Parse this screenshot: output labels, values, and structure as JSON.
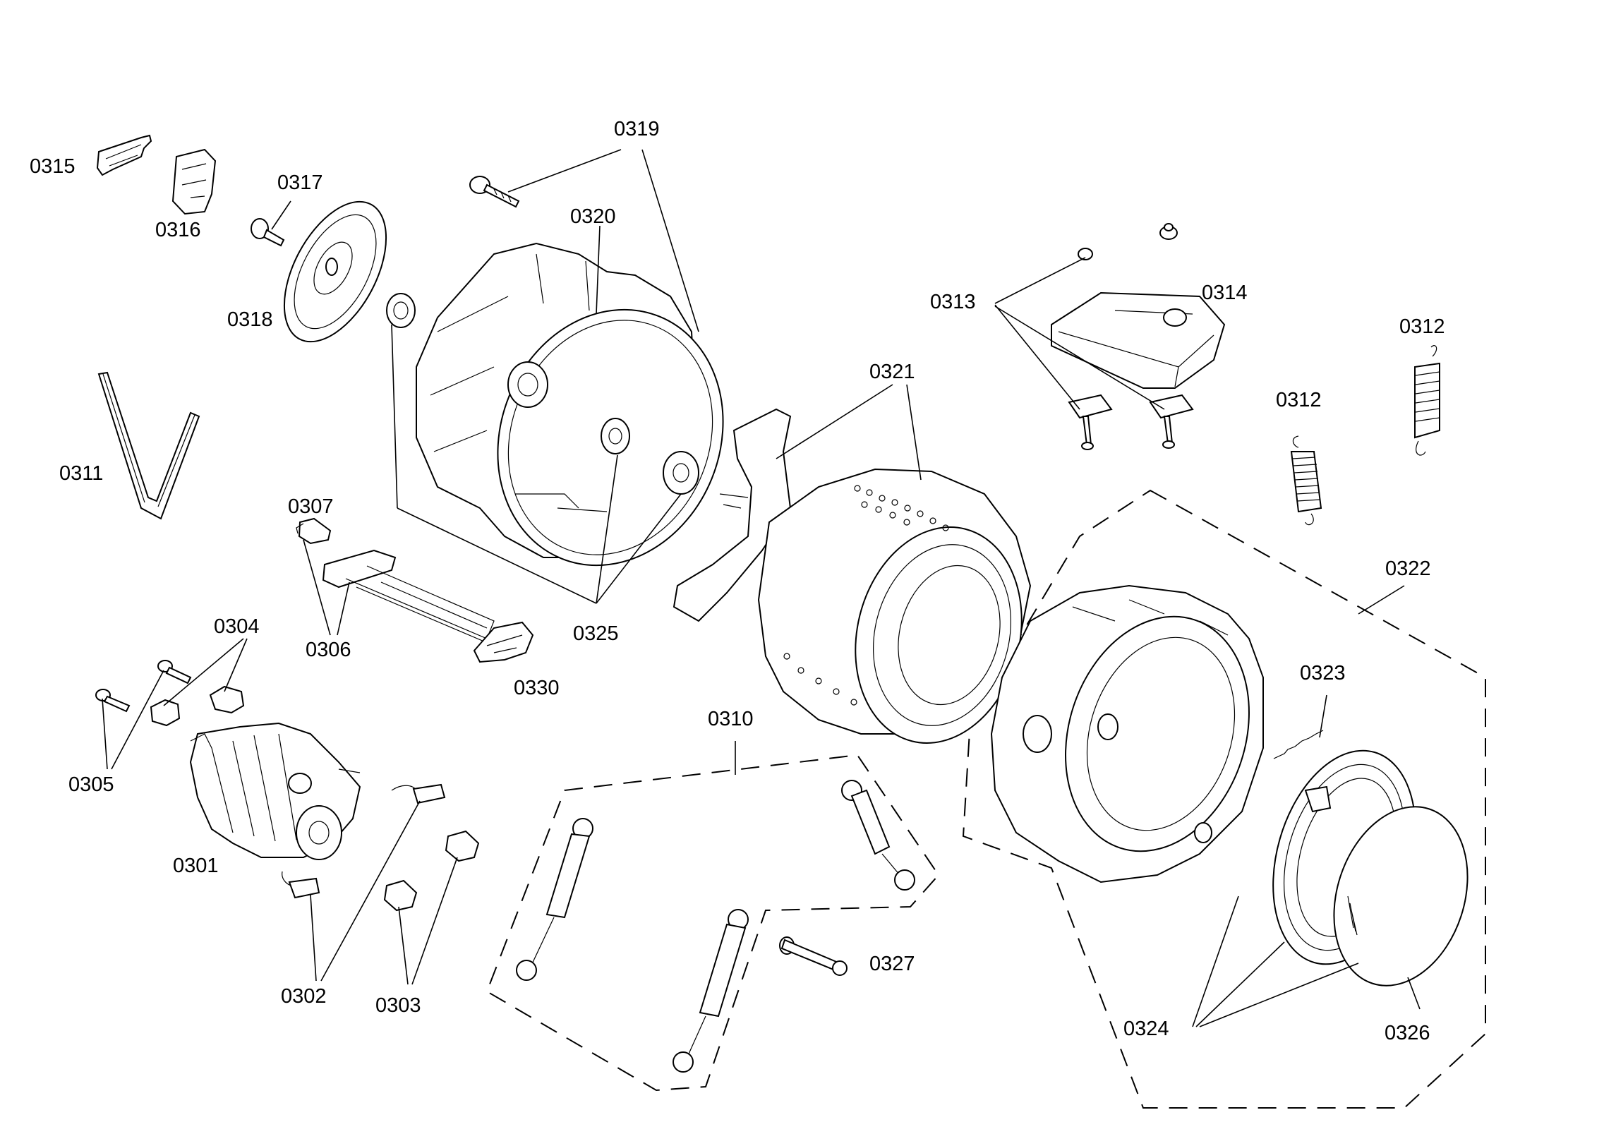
{
  "labels": {
    "p0301": "0301",
    "p0302": "0302",
    "p0303": "0303",
    "p0304": "0304",
    "p0305": "0305",
    "p0306": "0306",
    "p0307": "0307",
    "p0310": "0310",
    "p0311": "0311",
    "p0312a": "0312",
    "p0312b": "0312",
    "p0313": "0313",
    "p0314": "0314",
    "p0315": "0315",
    "p0316": "0316",
    "p0317": "0317",
    "p0318": "0318",
    "p0319": "0319",
    "p0320": "0320",
    "p0321": "0321",
    "p0322": "0322",
    "p0323": "0323",
    "p0324": "0324",
    "p0325": "0325",
    "p0326": "0326",
    "p0327": "0327",
    "p0330": "0330"
  }
}
